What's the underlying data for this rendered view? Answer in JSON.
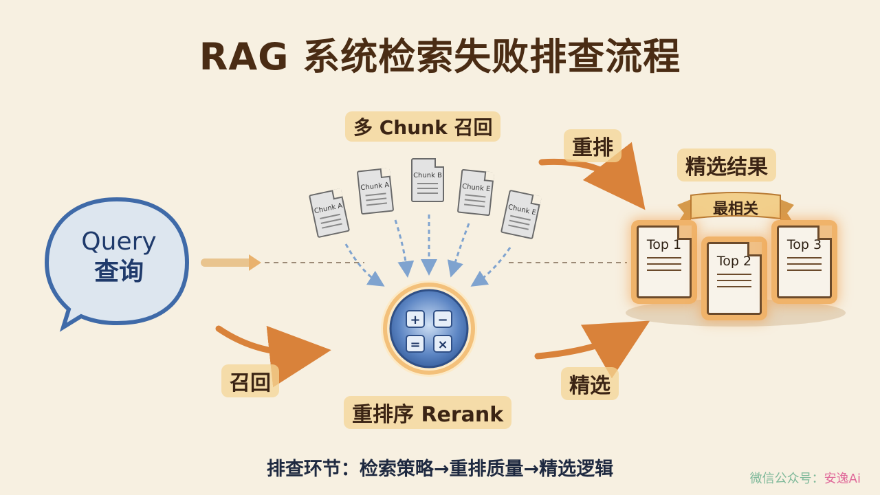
{
  "title": "RAG 系统检索失败排查流程",
  "query": {
    "line1": "Query",
    "line2": "查询"
  },
  "chunks_label": "多 Chunk 召回",
  "chunks": [
    "Chunk A",
    "Chunk A",
    "Chunk B",
    "Chunk E",
    "Chunk E"
  ],
  "steps": {
    "recall": "召回",
    "rerank_core": "重排序 Rerank",
    "rerank_arrow": "重排",
    "select": "精选"
  },
  "result": {
    "title": "精选结果",
    "ribbon": "最相关",
    "docs": [
      "Top 1",
      "Top 2",
      "Top 3"
    ]
  },
  "footer": "排查环节：检索策略→重排质量→精选逻辑",
  "watermark": {
    "prefix": "微信公众号：",
    "brand": "安逸Ai"
  },
  "colors": {
    "background": "#f7f0e1",
    "accent_arrow": "#d9823a",
    "bubble_blue": "#4f79b7",
    "glow_orange": "#f0b36a"
  }
}
